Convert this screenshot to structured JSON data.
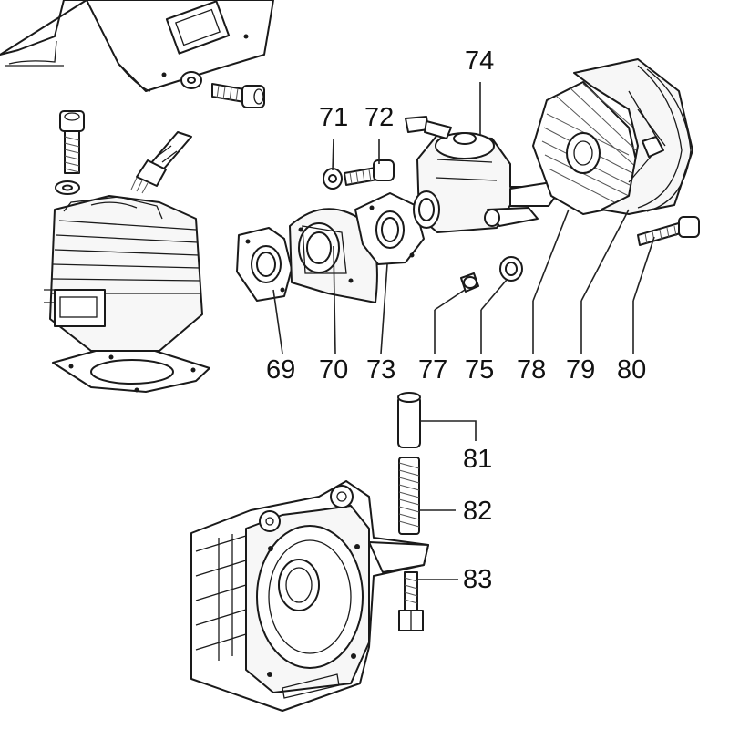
{
  "diagram": {
    "labels": {
      "p69": "69",
      "p70": "70",
      "p71": "71",
      "p72": "72",
      "p73": "73",
      "p74": "74",
      "p75": "75",
      "p77": "77",
      "p78": "78",
      "p79": "79",
      "p80": "80",
      "p81": "81",
      "p82": "82",
      "p83": "83"
    }
  }
}
